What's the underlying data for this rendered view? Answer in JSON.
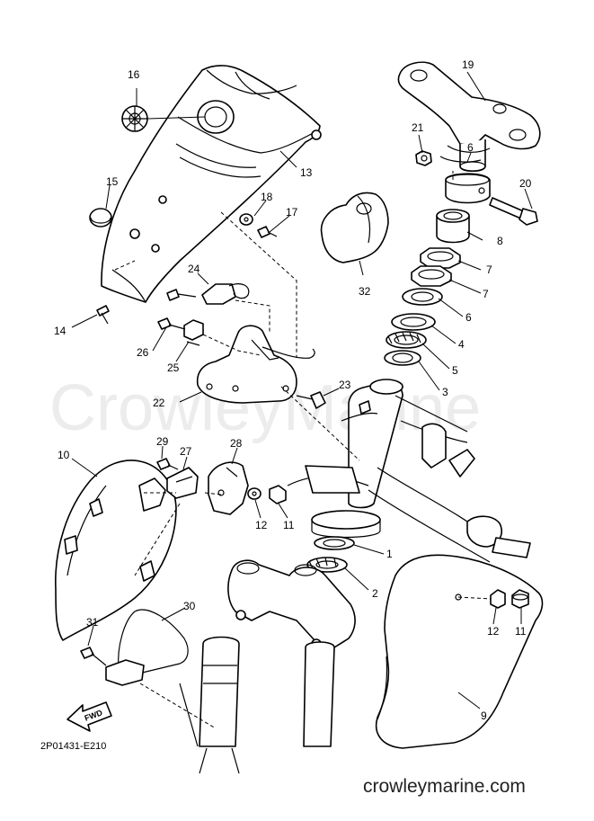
{
  "watermark": "CrowleyMarine",
  "diagram_code": "2P01431-E210",
  "footer_text": "crowleymarine.com",
  "fwd_label": "FWD",
  "callouts": {
    "c1": "1",
    "c2": "2",
    "c3": "3",
    "c4": "4",
    "c5": "5",
    "c6a": "6",
    "c6b": "6",
    "c7a": "7",
    "c7b": "7",
    "c8": "8",
    "c9": "9",
    "c10": "10",
    "c11a": "11",
    "c11b": "11",
    "c12a": "12",
    "c12b": "12",
    "c13": "13",
    "c14": "14",
    "c15": "15",
    "c16": "16",
    "c17": "17",
    "c18": "18",
    "c19": "19",
    "c20": "20",
    "c21": "21",
    "c22": "22",
    "c23": "23",
    "c24": "24",
    "c25": "25",
    "c26": "26",
    "c27": "27",
    "c28": "28",
    "c29": "29",
    "c30": "30",
    "c31": "31",
    "c32": "32"
  }
}
